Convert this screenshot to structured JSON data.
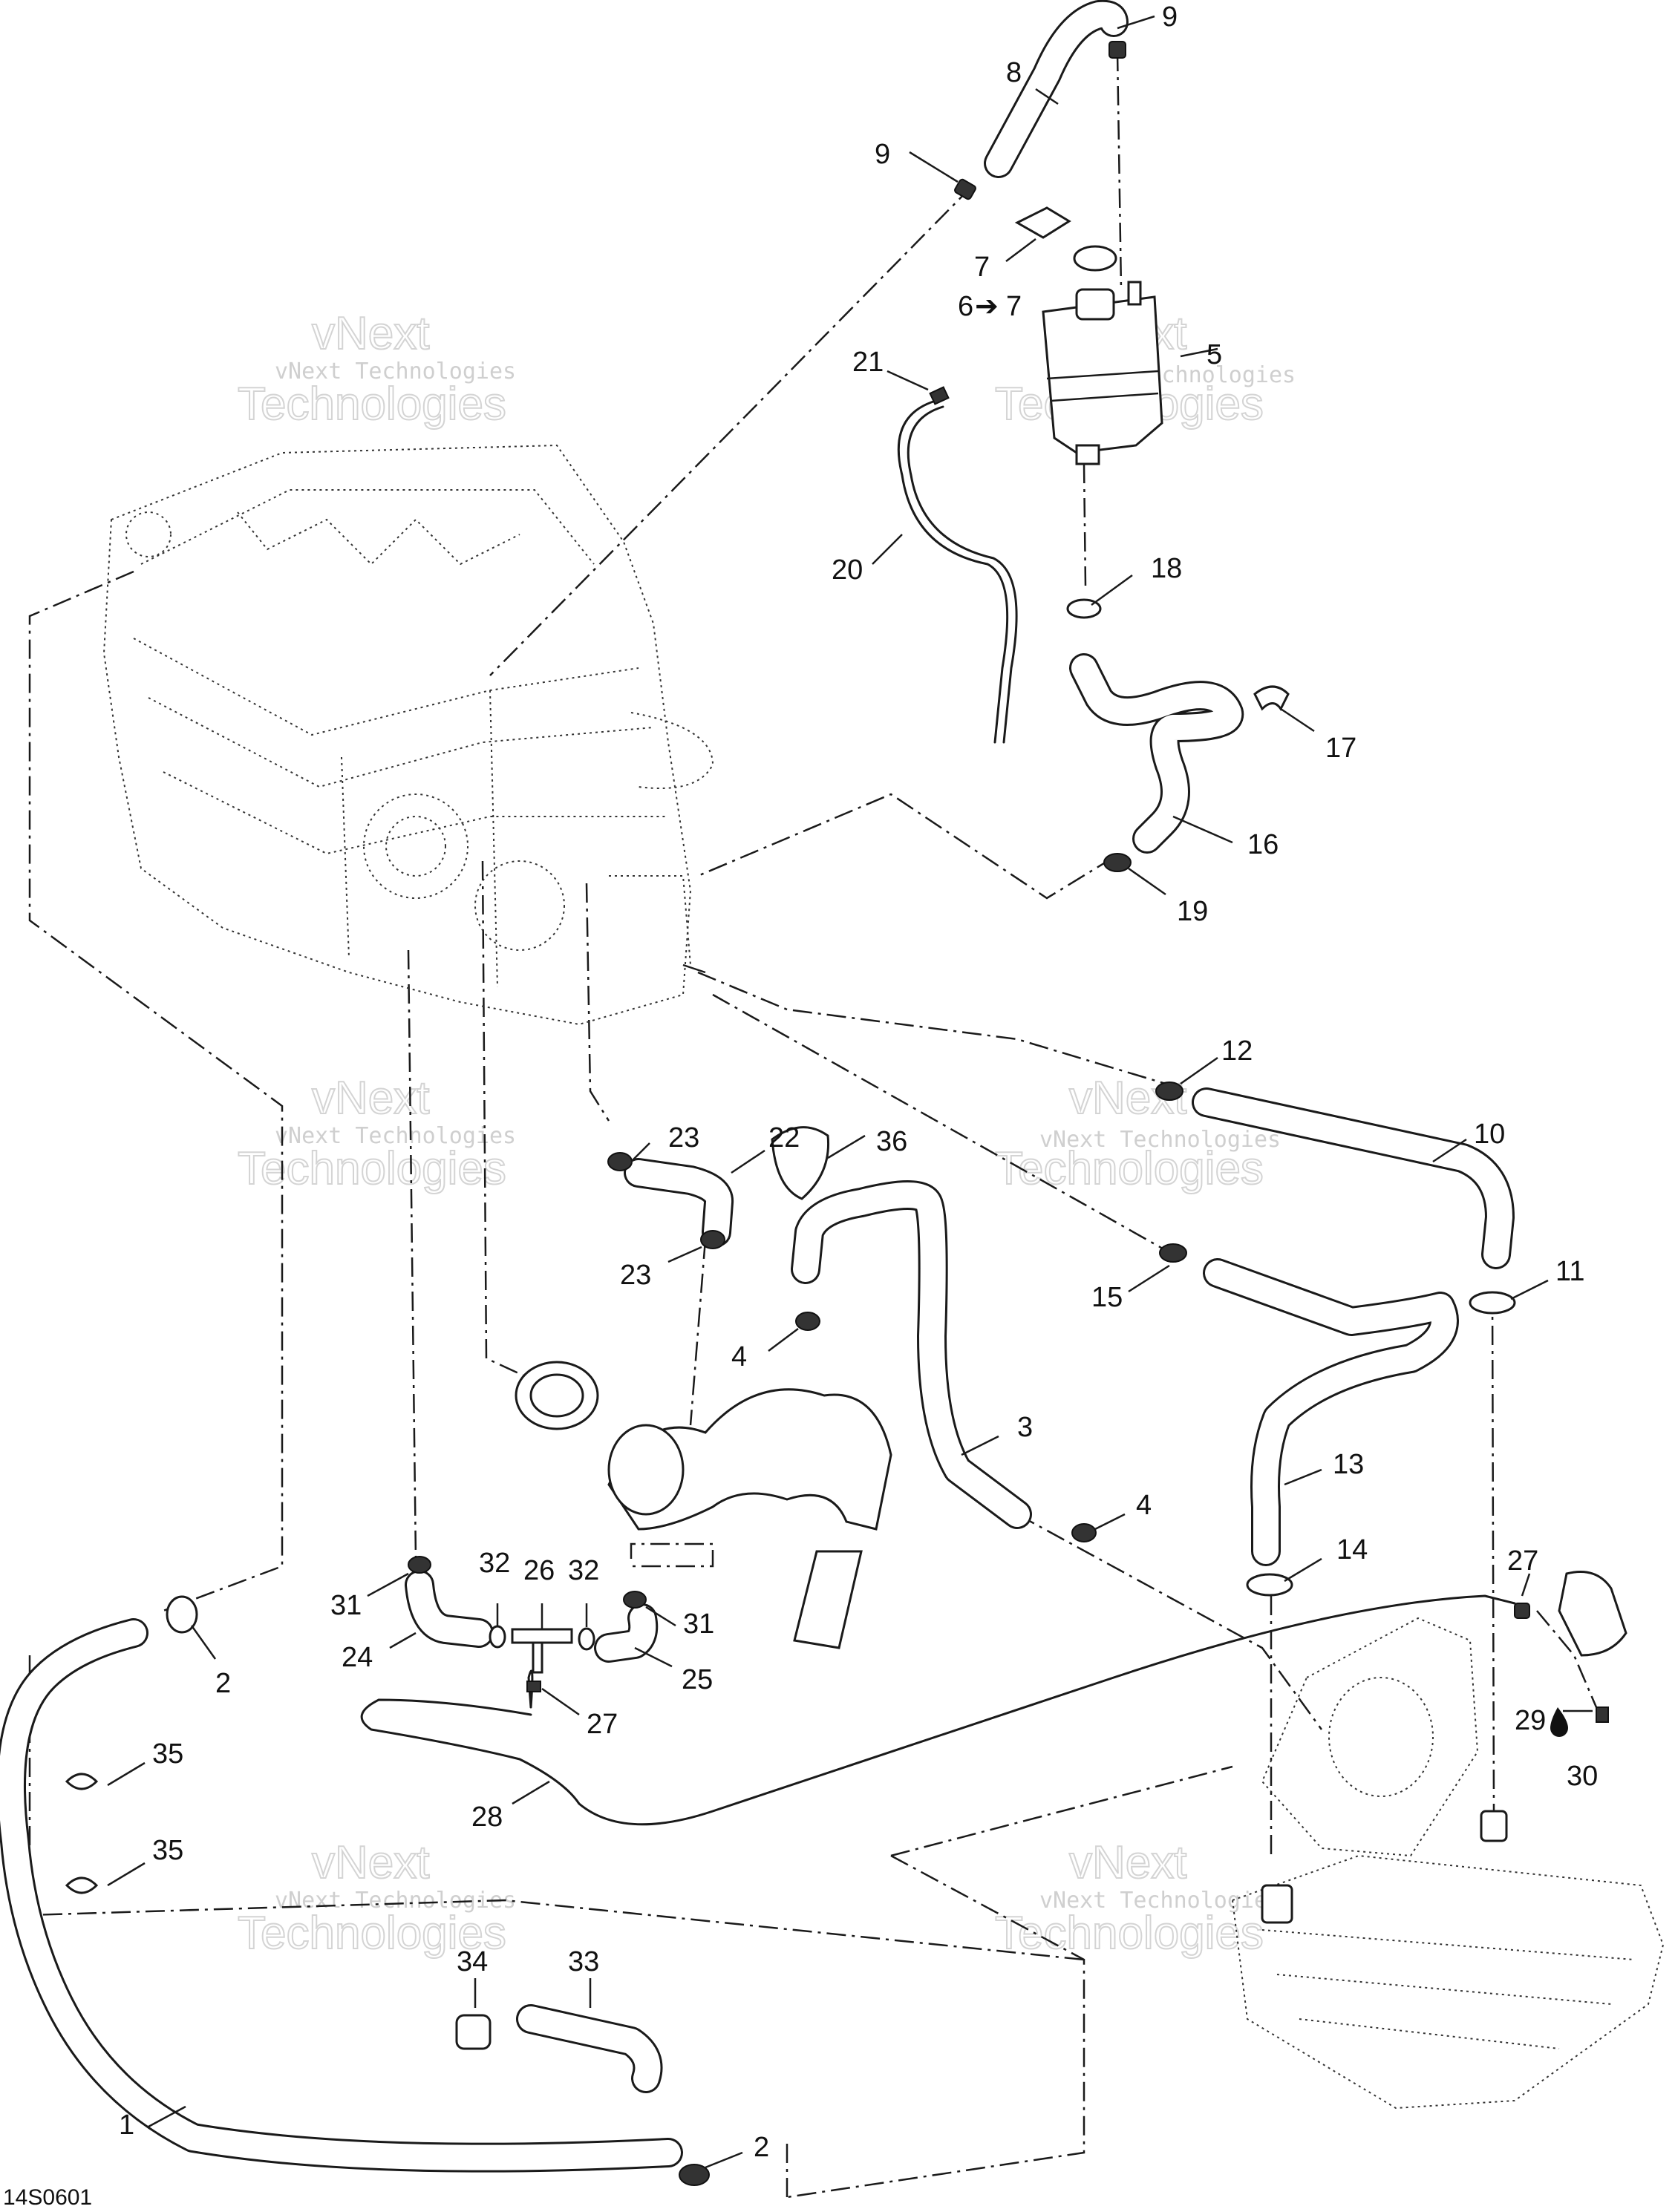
{
  "diagram_code": "14S0601",
  "watermark": {
    "line1": "vNext Technologies",
    "big_top": "vNext",
    "big_bottom": "Technologies"
  },
  "callouts": {
    "c1": "1",
    "c2a": "2",
    "c2b": "2",
    "c3": "3",
    "c4a": "4",
    "c4b": "4",
    "c5": "5",
    "c6": "6",
    "c6_arrow": "➔",
    "c6_ref": "7",
    "c7": "7",
    "c8": "8",
    "c9a": "9",
    "c9b": "9",
    "c10": "10",
    "c11": "11",
    "c12": "12",
    "c13": "13",
    "c14": "14",
    "c15": "15",
    "c16": "16",
    "c17": "17",
    "c18": "18",
    "c19": "19",
    "c20": "20",
    "c21": "21",
    "c22": "22",
    "c23a": "23",
    "c23b": "23",
    "c24": "24",
    "c25": "25",
    "c26": "26",
    "c27a": "27",
    "c27b": "27",
    "c28": "28",
    "c29": "29",
    "c30": "30",
    "c31a": "31",
    "c31b": "31",
    "c32a": "32",
    "c32b": "32",
    "c33": "33",
    "c34": "34",
    "c35a": "35",
    "c35b": "35",
    "c36": "36"
  },
  "icons": {
    "drop": "drop-icon",
    "arrow": "arrow-right-icon"
  }
}
